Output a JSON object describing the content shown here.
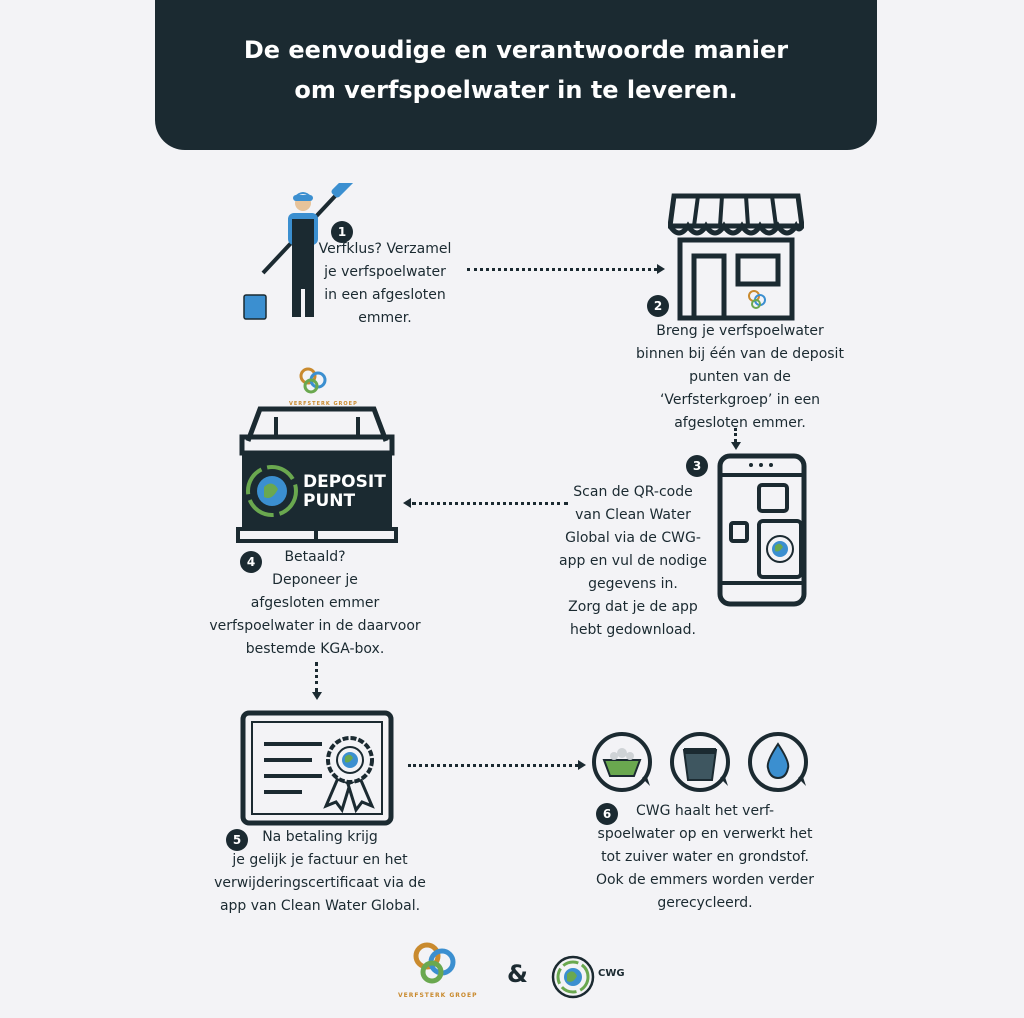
{
  "header": {
    "title_line1": "De eenvoudige en verantwoorde manier",
    "title_line2": "om verfspoelwater in te leveren."
  },
  "steps": [
    {
      "number": "1",
      "lines": [
        "Verfklus? Verzamel",
        "je verfspoelwater",
        "in een afgesloten",
        "emmer."
      ]
    },
    {
      "number": "2",
      "lines": [
        "Breng je verfspoelwater",
        "binnen bij één van de deposit",
        "punten van de",
        "‘Verfsterkgroep’ in een",
        "afgesloten emmer."
      ]
    },
    {
      "number": "3",
      "lines": [
        "Scan de QR-code",
        "van Clean Water",
        "Global via de CWG-",
        "app en vul de nodige",
        "gegevens in.",
        "Zorg dat je de app",
        "hebt gedownload."
      ]
    },
    {
      "number": "4",
      "lines": [
        "Betaald?",
        "Deponeer je",
        "afgesloten emmer",
        "verfspoelwater in de daarvoor",
        "bestemde KGA-box."
      ]
    },
    {
      "number": "5",
      "lines": [
        "Na betaling krijg",
        "je gelijk je factuur en het",
        "verwijderingscertificaat via de",
        "app van Clean Water Global."
      ]
    },
    {
      "number": "6",
      "lines": [
        "CWG haalt het verf-",
        "spoelwater op en verwerkt het",
        "tot zuiver water en grondstof.",
        "Ook de emmers worden verder",
        "gerecycleerd."
      ]
    }
  ],
  "deposit_box": {
    "line1": "DEPOSIT",
    "line2": "PUNT"
  },
  "logos": {
    "verfsterk_caption": "VERFSTERK GROEP",
    "ampersand": "&",
    "cwg_label": "CWG"
  },
  "colors": {
    "dark": "#1b2a31",
    "accent_blue": "#3b8fd0",
    "background": "#f3f3f6",
    "logo_orange": "#c98a2e",
    "logo_green": "#6aa84f"
  }
}
